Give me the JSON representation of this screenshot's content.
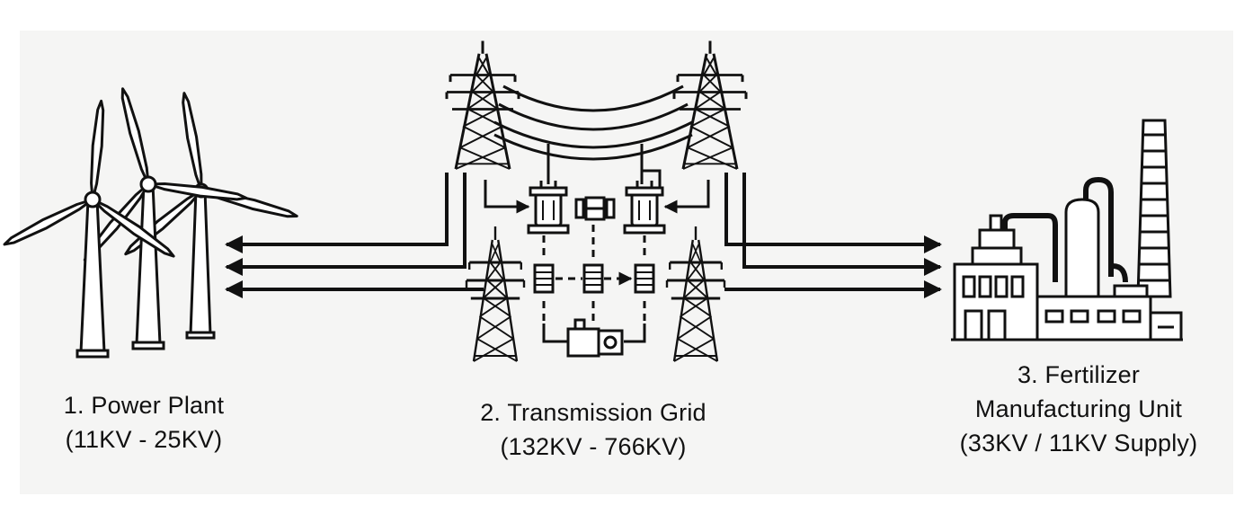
{
  "stages": [
    {
      "id": "plant",
      "title": "1. Power Plant",
      "detail": "(11KV - 25KV)",
      "icon": "wind-turbine-icon"
    },
    {
      "id": "grid",
      "title": "2. Transmission Grid",
      "detail": "(132KV - 766KV)",
      "icon": "transmission-tower-icon"
    },
    {
      "id": "factory",
      "title_line1": "3. Fertilizer",
      "title_line2": "Manufacturing Unit",
      "detail": "(33KV / 11KV Supply)",
      "icon": "factory-icon"
    }
  ],
  "colors": {
    "ink": "#111111",
    "background": "#f5f5f4",
    "canvas": "#ffffff"
  }
}
